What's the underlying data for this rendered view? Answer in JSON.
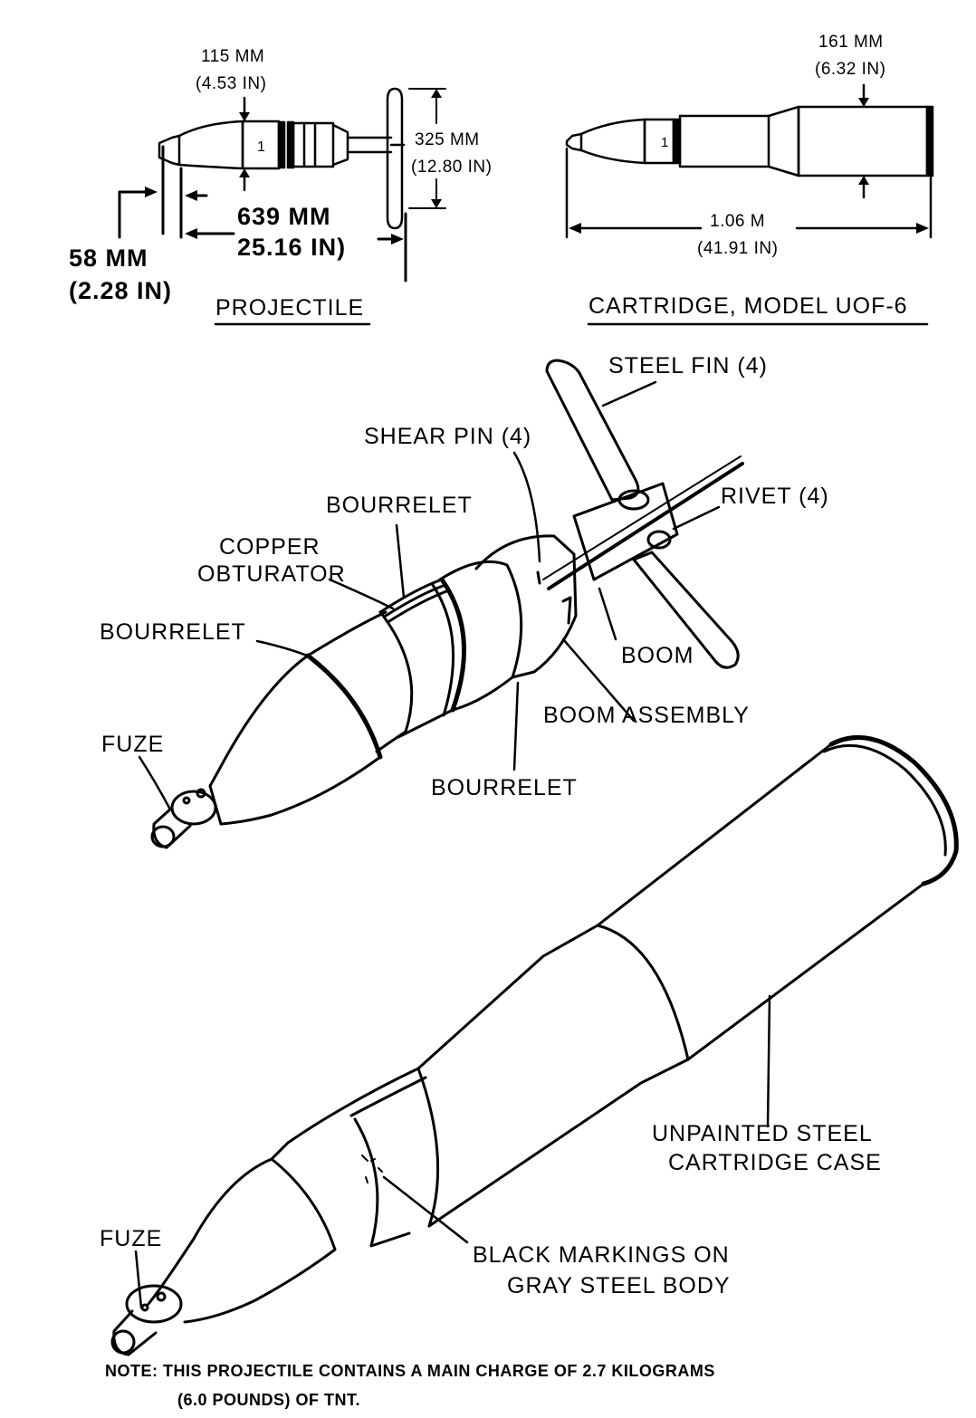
{
  "projectile_view": {
    "title": "PROJECTILE",
    "dim_diameter_mm": "115 MM",
    "dim_diameter_in": "(4.53 IN)",
    "dim_fin_span_mm": "325 MM",
    "dim_fin_span_in": "(12.80 IN)",
    "dim_length_mm": "639 MM",
    "dim_length_in": "25.16 IN)",
    "dim_fuze_mm": "58 MM",
    "dim_fuze_in": "(2.28 IN)",
    "body_mark": "1"
  },
  "cartridge_view": {
    "title": "CARTRIDGE, MODEL UOF-6",
    "dim_case_diameter_mm": "161 MM",
    "dim_case_diameter_in": "(6.32 IN)",
    "dim_length_m": "1.06 M",
    "dim_length_in": "(41.91 IN)",
    "body_mark": "1"
  },
  "projectile_labels": {
    "steel_fin": "STEEL FIN (4)",
    "shear_pin": "SHEAR PIN (4)",
    "rivet": "RIVET (4)",
    "bourrelet_top": "BOURRELET",
    "copper_obturator_line1": "COPPER",
    "copper_obturator_line2": "OBTURATOR",
    "bourrelet_left": "BOURRELET",
    "boom": "BOOM",
    "boom_assembly": "BOOM ASSEMBLY",
    "fuze": "FUZE",
    "bourrelet_bottom": "BOURRELET"
  },
  "cartridge_labels": {
    "case_line1": "UNPAINTED STEEL",
    "case_line2": "CARTRIDGE CASE",
    "markings_line1": "BLACK MARKINGS ON",
    "markings_line2": "GRAY STEEL BODY",
    "fuze": "FUZE"
  },
  "note": {
    "line1": "NOTE: THIS PROJECTILE CONTAINS A MAIN CHARGE OF 2.7 KILOGRAMS",
    "line2": "(6.0 POUNDS) OF TNT."
  }
}
